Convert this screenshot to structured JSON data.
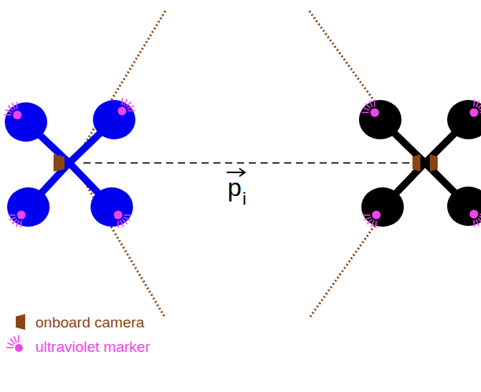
{
  "diagram": {
    "labels": [
      "p",
      "i"
    ],
    "legend": [
      {
        "text": "onboard camera"
      },
      {
        "text": "ultraviolet marker"
      }
    ]
  }
}
